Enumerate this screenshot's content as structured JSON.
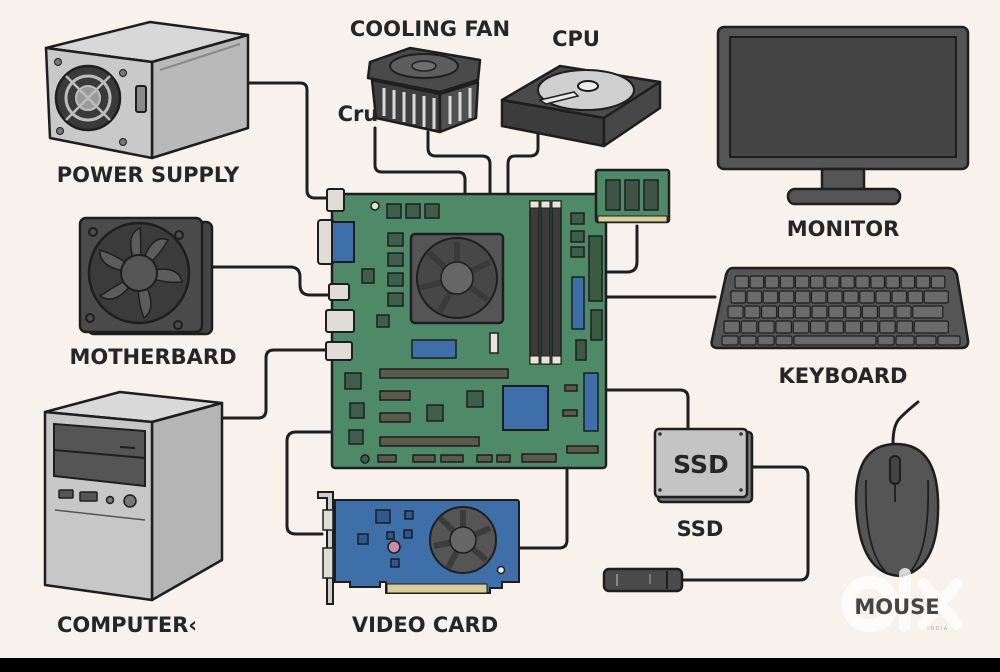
{
  "diagram": {
    "title": "Computer hardware components connected to motherboard",
    "labels": {
      "power_supply": "POWER SUPPLY",
      "cooling_fan": "COOLING FAN",
      "cpu_top": "CPU",
      "cpu_side": "Cru",
      "monitor": "MONITOR",
      "motherboard": "MOTHERBARD",
      "keyboard": "KEYBOARD",
      "computer": "COMPUTER‹",
      "video_card": "VIDEO CARD",
      "ssd_badge": "SSD",
      "ssd_label": "SSD",
      "mouse": "MOUSE"
    },
    "watermark": {
      "brand": "olx",
      "region": "INDIA"
    },
    "colors": {
      "background": "#f8f1ec",
      "board_green": "#4f8a68",
      "chip_blue": "#3f6fa8",
      "device_dark": "#4a4a4a",
      "device_gray": "#c4c4c4",
      "ink": "#262626"
    }
  }
}
